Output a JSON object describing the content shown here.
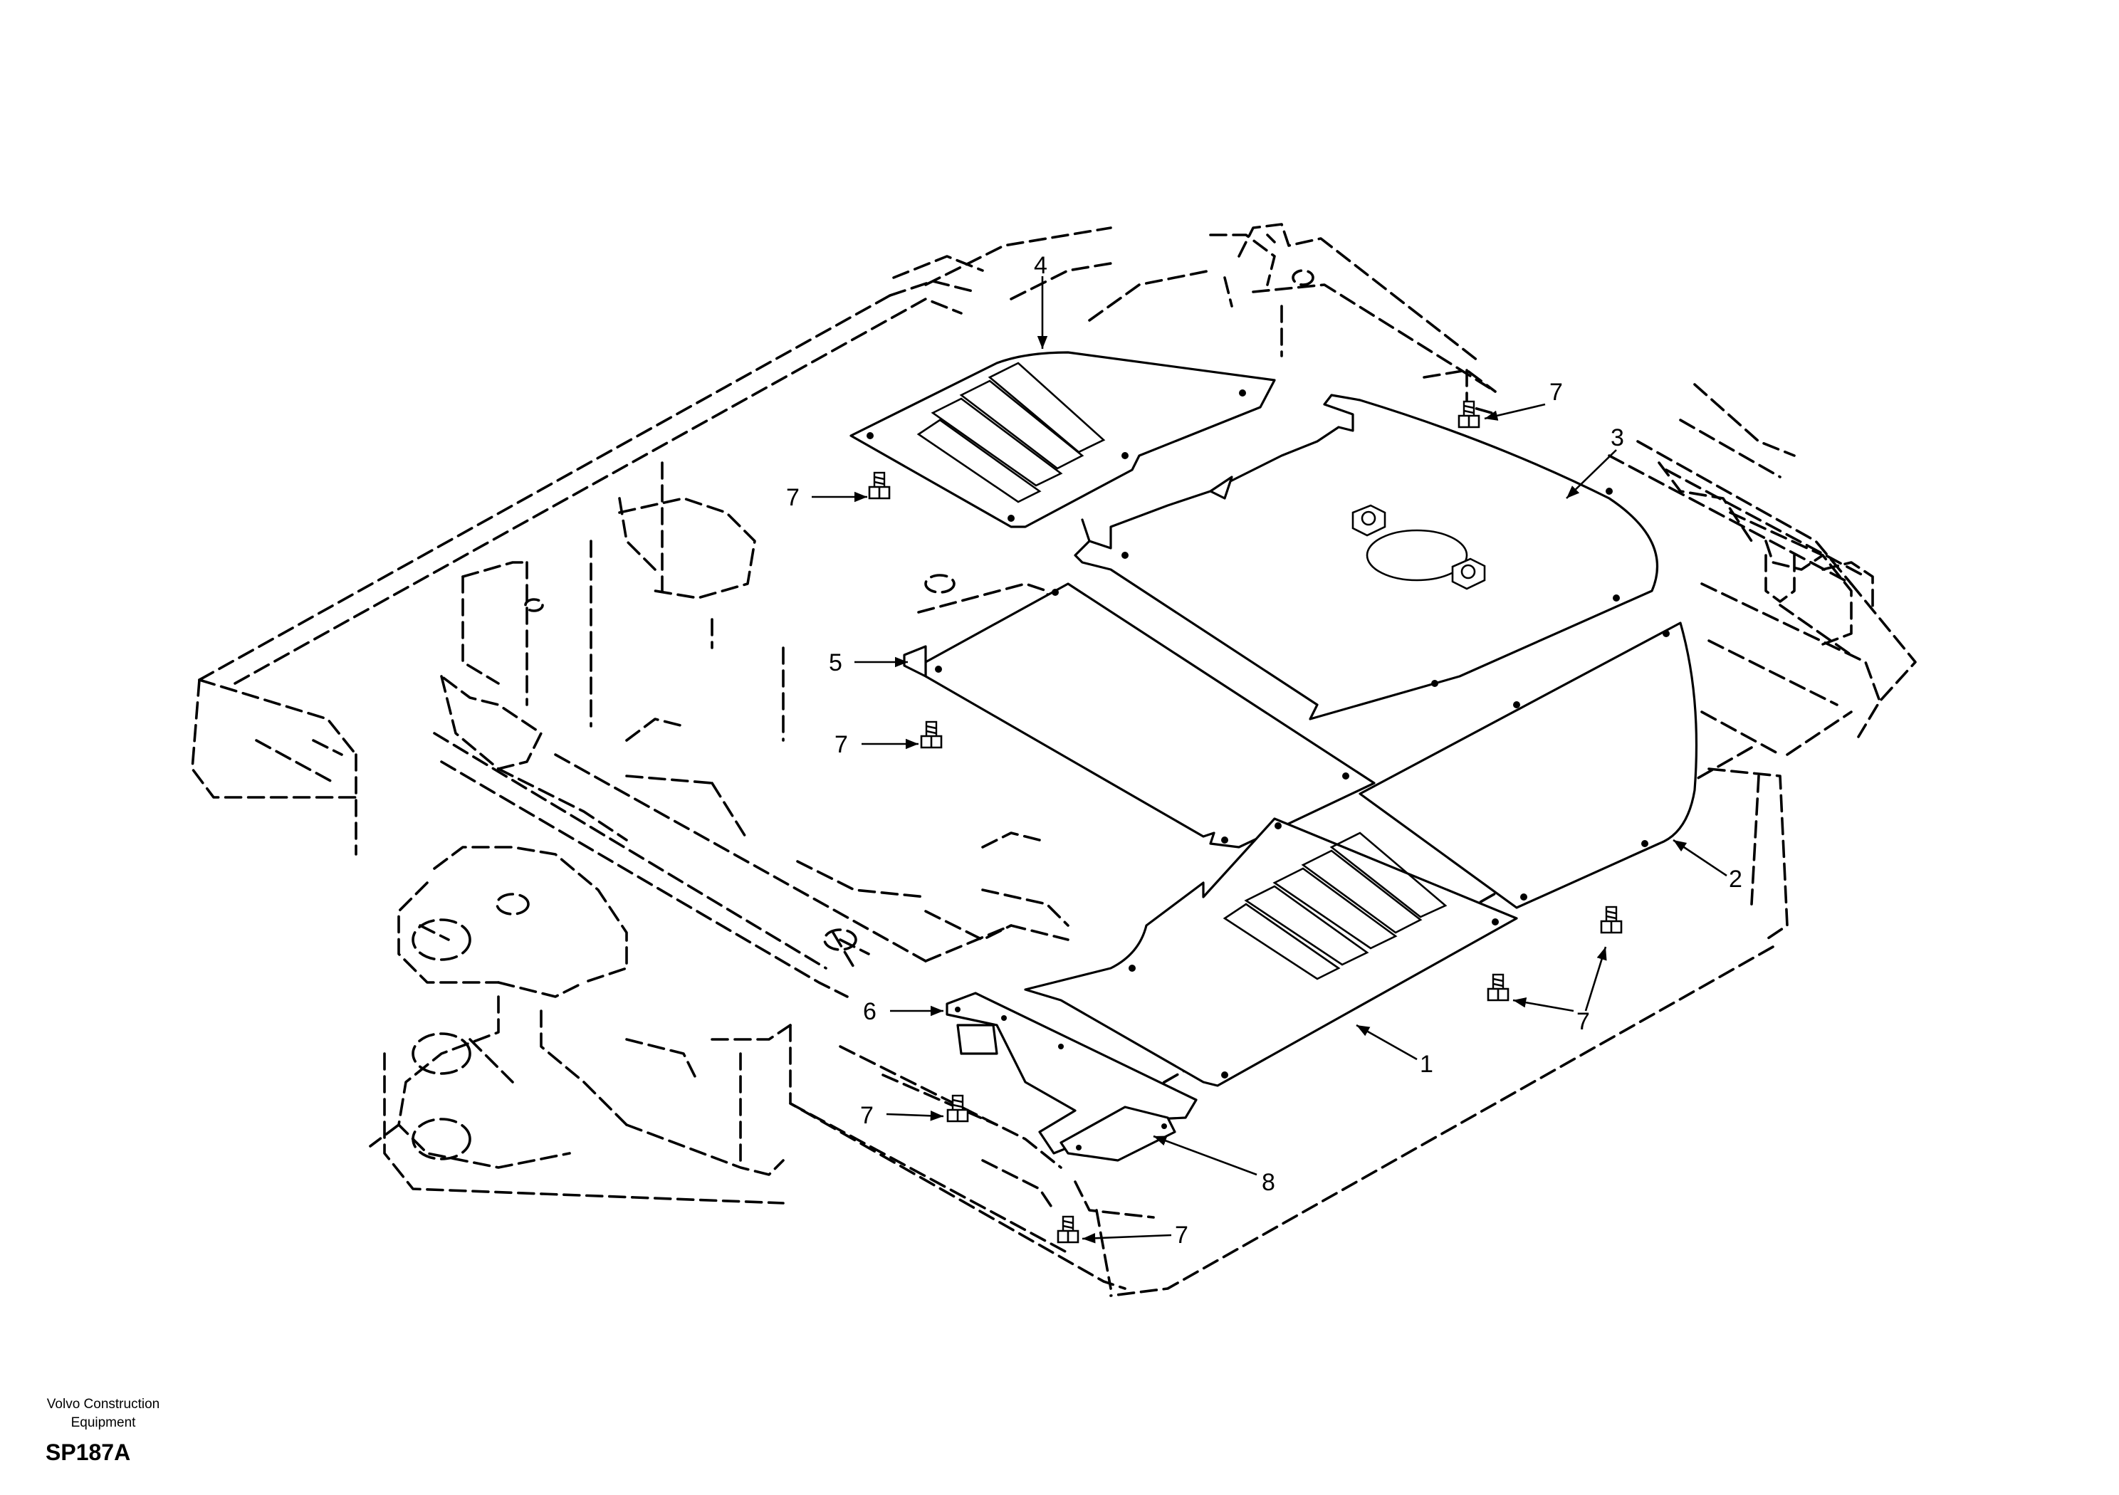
{
  "callouts": [
    {
      "id": "c1",
      "label": "1"
    },
    {
      "id": "c2",
      "label": "2"
    },
    {
      "id": "c3",
      "label": "3"
    },
    {
      "id": "c4",
      "label": "4"
    },
    {
      "id": "c5",
      "label": "5"
    },
    {
      "id": "c6",
      "label": "6"
    },
    {
      "id": "c7a",
      "label": "7"
    },
    {
      "id": "c7b",
      "label": "7"
    },
    {
      "id": "c7c",
      "label": "7"
    },
    {
      "id": "c7d",
      "label": "7"
    },
    {
      "id": "c7e",
      "label": "7"
    },
    {
      "id": "c7f",
      "label": "7"
    },
    {
      "id": "c8",
      "label": "8"
    }
  ],
  "footer": {
    "manufacturer_line1": "Volvo Construction",
    "manufacturer_line2": "Equipment",
    "drawing_code": "SP187A"
  }
}
